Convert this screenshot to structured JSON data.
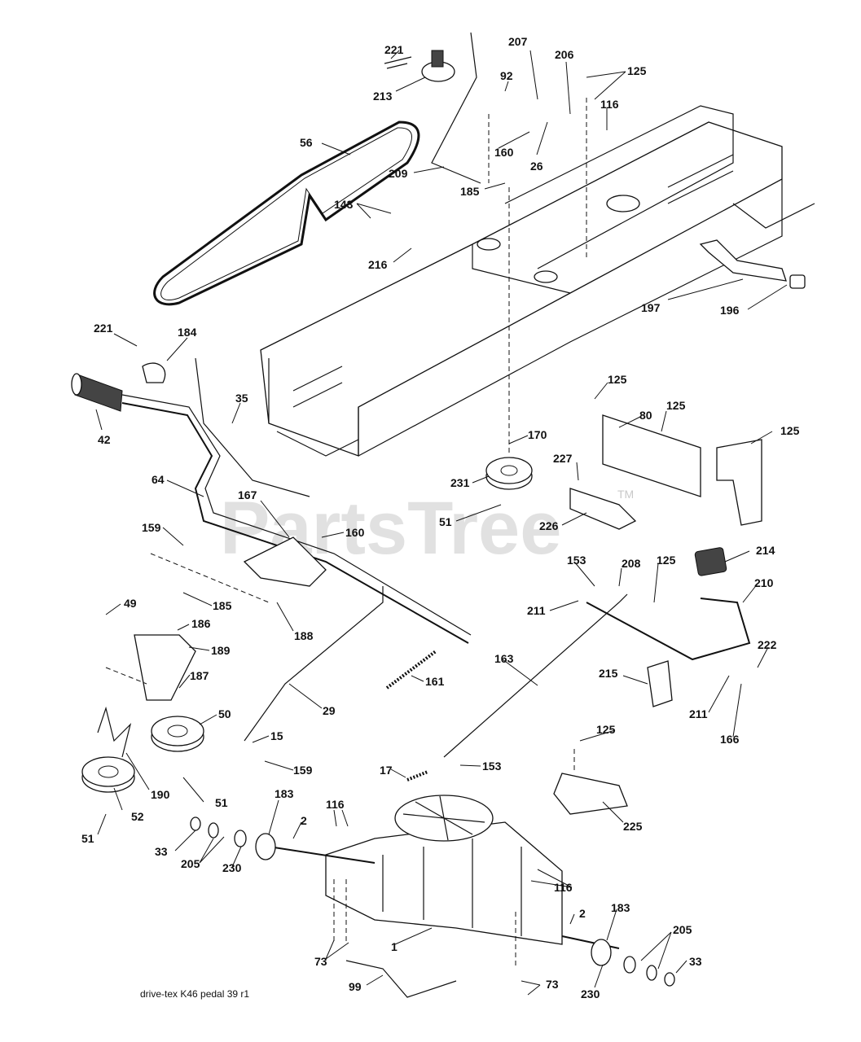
{
  "diagram": {
    "caption": "drive-tex  K46  pedal  39  r1",
    "watermark": "PartsTree",
    "watermark_mark": "TM",
    "callouts": [
      {
        "id": "c221a",
        "text": "221"
      },
      {
        "id": "c213",
        "text": "213"
      },
      {
        "id": "c207",
        "text": "207"
      },
      {
        "id": "c206",
        "text": "206"
      },
      {
        "id": "c125a",
        "text": "125"
      },
      {
        "id": "c92",
        "text": "92"
      },
      {
        "id": "c116a",
        "text": "116"
      },
      {
        "id": "c160a",
        "text": "160"
      },
      {
        "id": "c26",
        "text": "26"
      },
      {
        "id": "c56",
        "text": "56"
      },
      {
        "id": "c209",
        "text": "209"
      },
      {
        "id": "c185a",
        "text": "185"
      },
      {
        "id": "c143",
        "text": "143"
      },
      {
        "id": "c216",
        "text": "216"
      },
      {
        "id": "c197",
        "text": "197"
      },
      {
        "id": "c196",
        "text": "196"
      },
      {
        "id": "c221b",
        "text": "221"
      },
      {
        "id": "c184",
        "text": "184"
      },
      {
        "id": "c35",
        "text": "35"
      },
      {
        "id": "c42",
        "text": "42"
      },
      {
        "id": "c125b",
        "text": "125"
      },
      {
        "id": "c80",
        "text": "80"
      },
      {
        "id": "c125c",
        "text": "125"
      },
      {
        "id": "c170",
        "text": "170"
      },
      {
        "id": "c125d",
        "text": "125"
      },
      {
        "id": "c227",
        "text": "227"
      },
      {
        "id": "c231",
        "text": "231"
      },
      {
        "id": "c51a",
        "text": "51"
      },
      {
        "id": "c226",
        "text": "226"
      },
      {
        "id": "c64",
        "text": "64"
      },
      {
        "id": "c167",
        "text": "167"
      },
      {
        "id": "c159a",
        "text": "159"
      },
      {
        "id": "c160b",
        "text": "160"
      },
      {
        "id": "c214",
        "text": "214"
      },
      {
        "id": "c153a",
        "text": "153"
      },
      {
        "id": "c208",
        "text": "208"
      },
      {
        "id": "c125e",
        "text": "125"
      },
      {
        "id": "c210",
        "text": "210"
      },
      {
        "id": "c49",
        "text": "49"
      },
      {
        "id": "c185b",
        "text": "185"
      },
      {
        "id": "c211a",
        "text": "211"
      },
      {
        "id": "c186",
        "text": "186"
      },
      {
        "id": "c188",
        "text": "188"
      },
      {
        "id": "c189",
        "text": "189"
      },
      {
        "id": "c222",
        "text": "222"
      },
      {
        "id": "c163",
        "text": "163"
      },
      {
        "id": "c187",
        "text": "187"
      },
      {
        "id": "c161",
        "text": "161"
      },
      {
        "id": "c215",
        "text": "215"
      },
      {
        "id": "c29",
        "text": "29"
      },
      {
        "id": "c211b",
        "text": "211"
      },
      {
        "id": "c50",
        "text": "50"
      },
      {
        "id": "c166",
        "text": "166"
      },
      {
        "id": "c15",
        "text": "15"
      },
      {
        "id": "c125f",
        "text": "125"
      },
      {
        "id": "c159b",
        "text": "159"
      },
      {
        "id": "c17",
        "text": "17"
      },
      {
        "id": "c153b",
        "text": "153"
      },
      {
        "id": "c190",
        "text": "190"
      },
      {
        "id": "c52",
        "text": "52"
      },
      {
        "id": "c51b",
        "text": "51"
      },
      {
        "id": "c183a",
        "text": "183"
      },
      {
        "id": "c225",
        "text": "225"
      },
      {
        "id": "c51c",
        "text": "51"
      },
      {
        "id": "c116b",
        "text": "116"
      },
      {
        "id": "c2a",
        "text": "2"
      },
      {
        "id": "c33a",
        "text": "33"
      },
      {
        "id": "c205a",
        "text": "205"
      },
      {
        "id": "c230a",
        "text": "230"
      },
      {
        "id": "c116c",
        "text": "116"
      },
      {
        "id": "c2b",
        "text": "2"
      },
      {
        "id": "c183b",
        "text": "183"
      },
      {
        "id": "c205b",
        "text": "205"
      },
      {
        "id": "c1",
        "text": "1"
      },
      {
        "id": "c73a",
        "text": "73"
      },
      {
        "id": "c33b",
        "text": "33"
      },
      {
        "id": "c99",
        "text": "99"
      },
      {
        "id": "c73b",
        "text": "73"
      },
      {
        "id": "c230b",
        "text": "230"
      }
    ]
  }
}
